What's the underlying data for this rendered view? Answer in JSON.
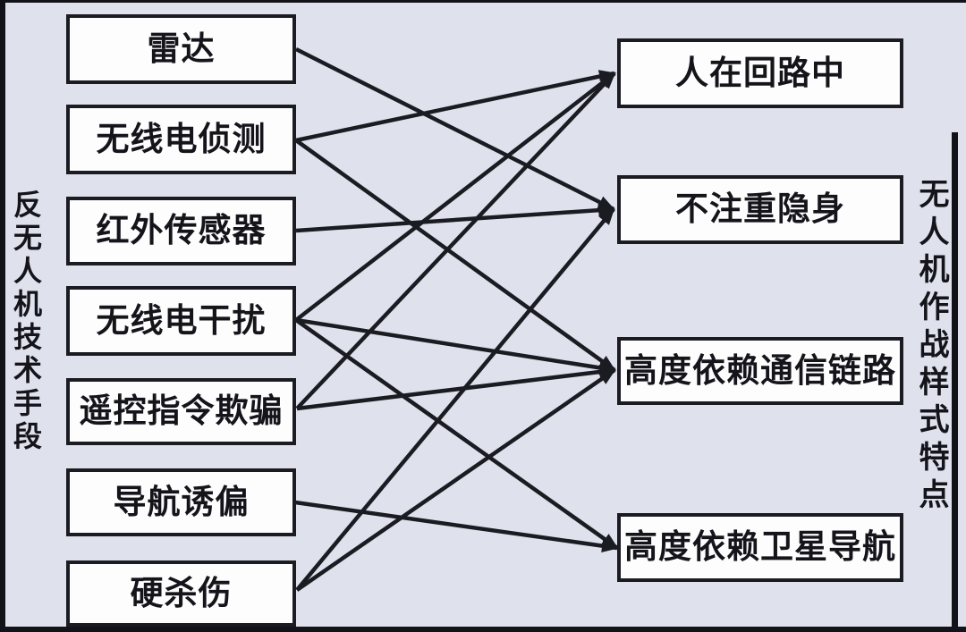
{
  "diagram": {
    "left_column_title": "反无人机技术手段",
    "right_column_title": "无人机作战样式特点",
    "left_nodes": [
      {
        "id": "radar",
        "label": "雷达"
      },
      {
        "id": "radio-detection",
        "label": "无线电侦测"
      },
      {
        "id": "infrared-sensor",
        "label": "红外传感器"
      },
      {
        "id": "radio-jamming",
        "label": "无线电干扰"
      },
      {
        "id": "command-spoofing",
        "label": "遥控指令欺骗"
      },
      {
        "id": "nav-spoofing",
        "label": "导航诱偏"
      },
      {
        "id": "hard-kill",
        "label": "硬杀伤"
      }
    ],
    "right_nodes": [
      {
        "id": "human-in-loop",
        "label": "人在回路中"
      },
      {
        "id": "no-stealth",
        "label": "不注重隐身"
      },
      {
        "id": "comm-link-dependence",
        "label": "高度依赖通信链路"
      },
      {
        "id": "satnav-dependence",
        "label": "高度依赖卫星导航"
      }
    ],
    "edges": [
      {
        "from": "radar",
        "to": "no-stealth"
      },
      {
        "from": "radio-detection",
        "to": "human-in-loop"
      },
      {
        "from": "radio-detection",
        "to": "comm-link-dependence"
      },
      {
        "from": "infrared-sensor",
        "to": "no-stealth"
      },
      {
        "from": "radio-jamming",
        "to": "human-in-loop"
      },
      {
        "from": "radio-jamming",
        "to": "comm-link-dependence"
      },
      {
        "from": "radio-jamming",
        "to": "satnav-dependence"
      },
      {
        "from": "command-spoofing",
        "to": "human-in-loop"
      },
      {
        "from": "command-spoofing",
        "to": "comm-link-dependence"
      },
      {
        "from": "nav-spoofing",
        "to": "satnav-dependence"
      },
      {
        "from": "hard-kill",
        "to": "no-stealth"
      },
      {
        "from": "hard-kill",
        "to": "comm-link-dependence"
      }
    ],
    "colors": {
      "background": "#dfe2ed",
      "box_fill": "#fdfdfe",
      "box_border": "#1b1b22",
      "line": "#1b1b22",
      "text": "#14141a"
    }
  }
}
